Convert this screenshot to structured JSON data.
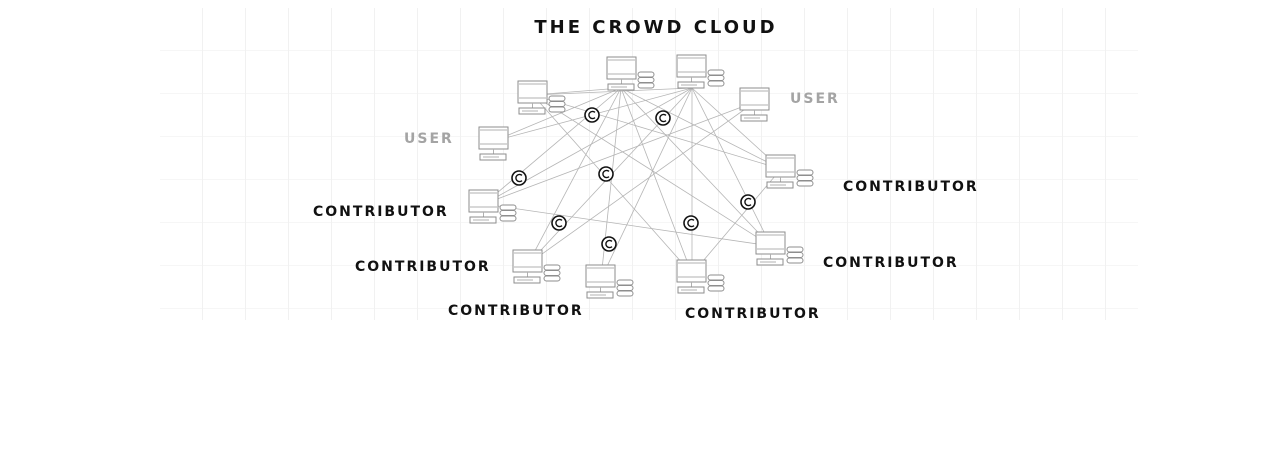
{
  "title": "THE CROWD CLOUD",
  "labels": {
    "user_left": "USER",
    "user_right": "USER",
    "contrib_left_1": "CONTRIBUTOR",
    "contrib_left_2": "CONTRIBUTOR",
    "contrib_bottom_left": "CONTRIBUTOR",
    "contrib_bottom_right": "CONTRIBUTOR",
    "contrib_right_1": "CONTRIBUTOR",
    "contrib_right_2": "CONTRIBUTOR"
  },
  "node_types": {
    "user": "computer-icon",
    "contributor": "computer-with-database-icon",
    "payment": "copyright-coin-icon"
  },
  "colors": {
    "title": "#111111",
    "contributor_label": "#111111",
    "user_label": "#a4a4a4",
    "edges": "#b5b5b5",
    "grid": "#f1f1f1"
  }
}
